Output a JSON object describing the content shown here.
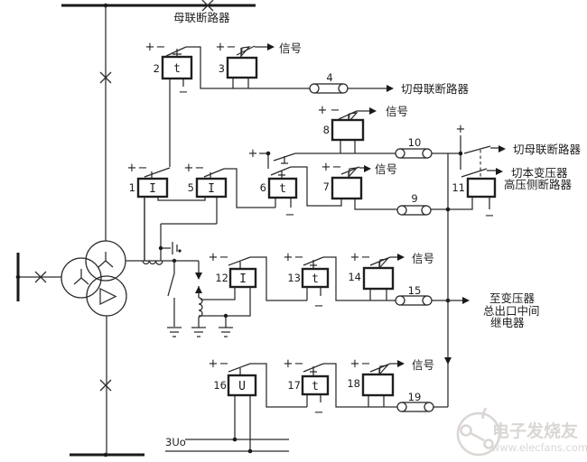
{
  "labels": {
    "bus_tie_breaker": "母联断路器",
    "signal": "信号",
    "trip_bus_tie": "切母联断路器",
    "trip_transformer_l1": "切本变压器",
    "trip_transformer_l2": "高压侧断路器",
    "to_transformer_l1": "至变压器",
    "to_transformer_l2": "总出口中间",
    "to_transformer_l3": "继电器",
    "residual_voltage": "3Uo",
    "plus": "+",
    "minus": "−"
  },
  "relays": {
    "r1": {
      "num": "1",
      "type": "I"
    },
    "r2": {
      "num": "2",
      "type": "t"
    },
    "r3": {
      "num": "3",
      "type": ""
    },
    "r5": {
      "num": "5",
      "type": "I"
    },
    "r6": {
      "num": "6",
      "type": "t"
    },
    "r7": {
      "num": "7",
      "type": ""
    },
    "r8": {
      "num": "8",
      "type": ""
    },
    "r11": {
      "num": "11",
      "type": ""
    },
    "r12": {
      "num": "12",
      "type": "I"
    },
    "r13": {
      "num": "13",
      "type": "t"
    },
    "r14": {
      "num": "14",
      "type": ""
    },
    "r16": {
      "num": "16",
      "type": "U"
    },
    "r17": {
      "num": "17",
      "type": "t"
    },
    "r18": {
      "num": "18",
      "type": ""
    }
  },
  "coils": {
    "c4": "4",
    "c9": "9",
    "c10": "10",
    "c15": "15",
    "c19": "19"
  },
  "watermark": {
    "name": "电子发烧友",
    "site": "www.elecfans.com"
  },
  "colors": {
    "wire": "#2a2a2a",
    "watermark": "#d7d2d0",
    "background": "#ffffff"
  }
}
